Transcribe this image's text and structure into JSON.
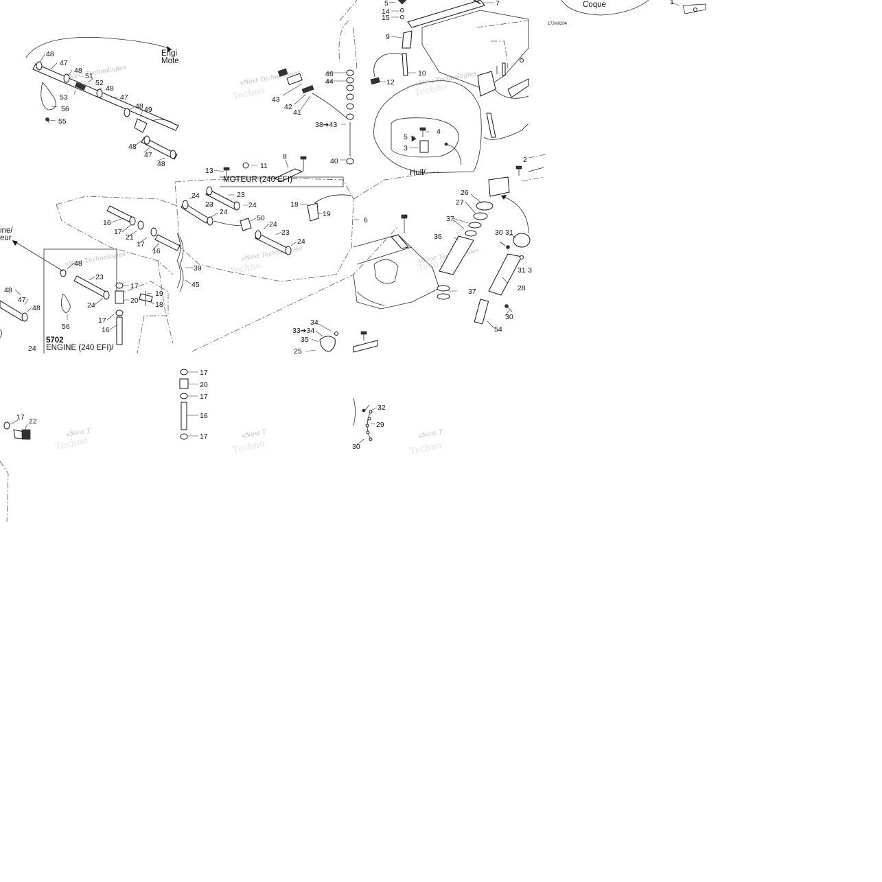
{
  "labels": {
    "engine_top": [
      "Engi",
      "Mote"
    ],
    "engine_left": [
      "ine/",
      "eur"
    ],
    "moteur_240": "MOTEUR (240 EFI)",
    "hull": "Hull/",
    "coque": "Coque",
    "drawing_code": "17Jm0204",
    "block_5702": [
      "5702",
      "ENGINE (240 EFI)/"
    ],
    "watermark_line1": "vNext Technologies",
    "watermark_short": "vNext T",
    "watermark_bg": "Techno"
  },
  "callouts": {
    "c48a": "48",
    "c47a": "47",
    "c48b": "48",
    "c51": "51",
    "c52": "52",
    "c48c": "48",
    "c53": "53",
    "c56a": "56",
    "c55": "55",
    "c47b": "47",
    "c48d": "48",
    "c49": "49",
    "c48e": "48",
    "c47c": "47",
    "c48f": "48",
    "c43a": "43",
    "c42": "42",
    "c41": "41",
    "c46": "46",
    "c44": "44",
    "c38": "38➔43",
    "c40": "40",
    "c8": "8",
    "c13": "13",
    "c11": "11",
    "c23a": "23",
    "c24a": "24",
    "c23b": "23",
    "c24b": "24",
    "c24c": "24",
    "c50": "50",
    "c24d": "24",
    "c23c": "23",
    "c24e": "24",
    "c18a": "18",
    "c19a": "19",
    "c16a": "16",
    "c17a": "17",
    "c21": "21",
    "c17b": "17",
    "c16b": "16",
    "c39": "39",
    "c45": "45",
    "c48g": "48",
    "c23d": "23",
    "c17c": "17",
    "c24f": "24",
    "c20a": "20",
    "c19b": "19",
    "c18b": "18",
    "c56b": "56",
    "c17d": "17",
    "c16c": "16",
    "c48h": "48",
    "c47d": "47",
    "c48i": "48",
    "c24g": "24",
    "c5a": "5",
    "c14": "14",
    "c15": "15",
    "c7": "7",
    "c9": "9",
    "c10": "10",
    "c12": "12",
    "c5b": "5",
    "c4": "4",
    "c3": "3",
    "c2": "2",
    "c26": "26",
    "c27": "27",
    "c37a": "37",
    "c36": "36",
    "c6": "6",
    "c37b": "37",
    "c30a": "30",
    "c31a": "31",
    "c31b": "31",
    "c3b": "3",
    "c28": "28",
    "c30b": "30",
    "c54": "54",
    "c34": "34",
    "c33": "33➔34",
    "c35": "35",
    "c25": "25",
    "c17e": "17",
    "c20b": "20",
    "c17f": "17",
    "c16d": "16",
    "c17g": "17",
    "c17h": "17",
    "c22": "22",
    "c32": "32",
    "c29": "29",
    "c30c": "30",
    "c1": "1"
  }
}
